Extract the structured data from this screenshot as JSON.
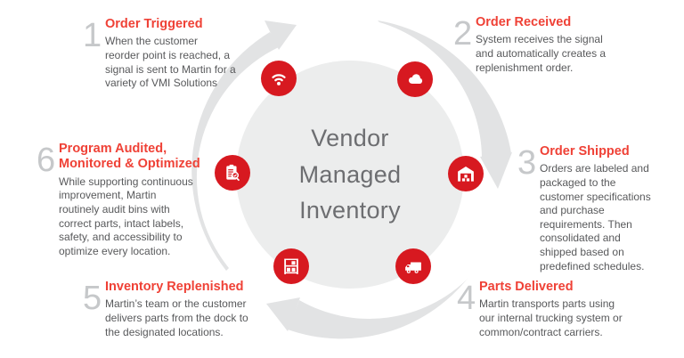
{
  "center": {
    "title": "Vendor\nManaged\nInventory"
  },
  "steps": [
    {
      "number": "1",
      "title": "Order Triggered",
      "body": "When the customer\nreorder point is reached, a\nsignal is sent to Martin for a\nvariety of VMI Solutions",
      "icon": "wifi-icon"
    },
    {
      "number": "2",
      "title": "Order Received",
      "body": "System receives the signal\nand automatically creates a\nreplenishment order.",
      "icon": "cloud-icon"
    },
    {
      "number": "3",
      "title": "Order Shipped",
      "body": "Orders are labeled and\npackaged to the\ncustomer specifications\nand purchase\nrequirements. Then\nconsolidated and\nshipped based on\npredefined schedules.",
      "icon": "warehouse-icon"
    },
    {
      "number": "4",
      "title": "Parts Delivered",
      "body": "Martin transports parts using\nour internal trucking system or\ncommon/contract carriers.",
      "icon": "truck-icon"
    },
    {
      "number": "5",
      "title": "Inventory Replenished",
      "body": "Martin’s team or the customer\ndelivers parts from the dock to\nthe designated locations.",
      "icon": "shelf-rack-icon"
    },
    {
      "number": "6",
      "title": "Program Audited,\nMonitored & Optimized",
      "body": "While supporting continuous\nimprovement, Martin\nroutinely audit bins with\ncorrect parts, intact labels,\nsafety, and accessibility to\noptimize every location.",
      "icon": "clipboard-audit-icon"
    }
  ],
  "colors": {
    "background": "#ffffff",
    "title-red": "#ef4136",
    "icon-red": "#d71920",
    "number-gray": "#c6c8ca",
    "body-gray": "#58595b",
    "center-text-gray": "#6d6e71",
    "circle-fill": "#eceded",
    "arrow-gray": "#e2e3e4"
  }
}
